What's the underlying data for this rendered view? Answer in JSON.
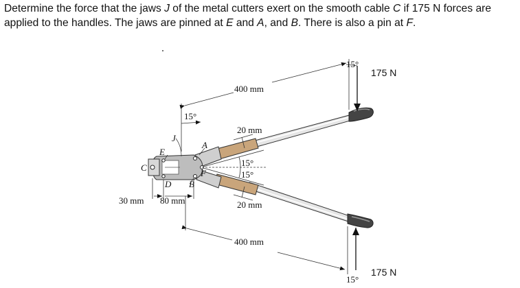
{
  "problem": {
    "text_a": "Determine the force that the jaws ",
    "var_j": "J",
    "text_b": " of the metal cutters exert on the smooth cable ",
    "var_c": "C",
    "text_c": " if 175 N forces are applied to the handles. The jaws are pinned at ",
    "var_e": "E",
    "text_d": " and ",
    "var_a": "A",
    "text_e": ", and ",
    "var_b": "B",
    "text_f": ". There is also a pin at ",
    "var_f": "F",
    "text_g": "."
  },
  "figure": {
    "force_top": "175 N",
    "force_bottom": "175 N",
    "angle_top_right": "15°",
    "angle_bottom_right": "15°",
    "angle_left": "15°",
    "angle_upper_mid": "15°",
    "angle_lower_mid": "15°",
    "dim_400_top": "400 mm",
    "dim_400_bottom": "400 mm",
    "dim_20_top": "20 mm",
    "dim_20_bottom": "20 mm",
    "dim_30_left": "30 mm",
    "dim_80": "80 mm",
    "label_A": "A",
    "label_B": "B",
    "label_C": "C",
    "label_D": "D",
    "label_E": "E",
    "label_F": "F",
    "label_J": "J"
  }
}
